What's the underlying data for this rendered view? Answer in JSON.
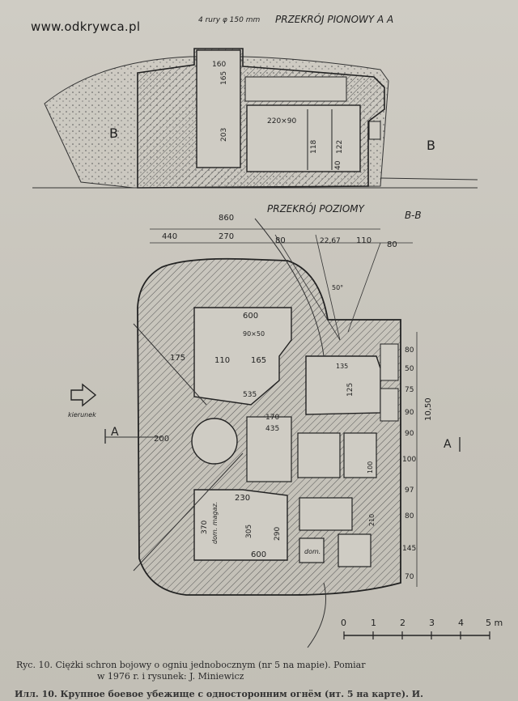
{
  "watermark": "www.odkrywca.pl",
  "section_vertical": {
    "title": "PRZEKRÓJ PIONOWY  A A",
    "top_note": "4 rury φ 150 mm",
    "marker_b": "B"
  },
  "section_horizontal": {
    "title": "PRZEKRÓJ POZIOMY",
    "cut_label": "B-B",
    "marker_a": "A",
    "entry_label": "kierunek"
  },
  "dims_top": [
    "860",
    "440",
    "270",
    "80",
    "22,67",
    "110",
    "80"
  ],
  "dims_vertical": [
    "160",
    "165",
    "203",
    "220×90",
    "118",
    "122",
    "40"
  ],
  "dims_right": [
    "80",
    "50",
    "75",
    "90",
    "90",
    "100",
    "97",
    "80",
    "145",
    "70",
    "10,50"
  ],
  "dims_interior": [
    "175",
    "110",
    "165",
    "600",
    "535",
    "170",
    "435",
    "200",
    "230",
    "305",
    "290",
    "600",
    "370",
    "125",
    "135",
    "90×50",
    "50°",
    "100",
    "210"
  ],
  "room_labels": [
    "dom. magaz.",
    "dom."
  ],
  "scale": {
    "ticks": [
      "0",
      "1",
      "2",
      "3",
      "4",
      "5 m"
    ]
  },
  "caption": {
    "line1": "Ryc. 10. Ciężki schron bojowy o ogniu jednobocznym (nr 5 na mapie). Pomiar",
    "line2": "w 1976 r. i rysunek: J. Miniewicz",
    "line3": "Илл. 10. Крупное боевое убежище с односторонним огнём (ит. 5 на карте). И."
  }
}
